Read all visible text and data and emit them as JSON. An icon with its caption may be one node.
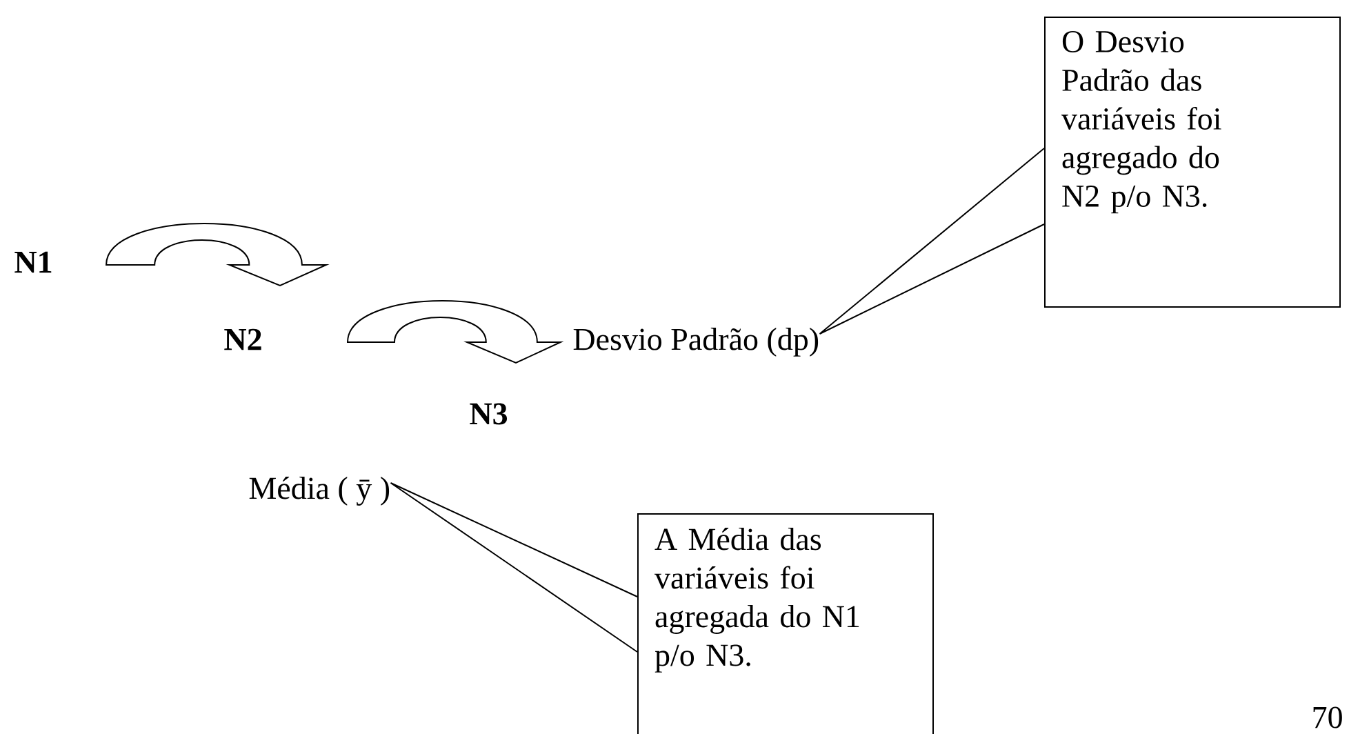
{
  "diagram": {
    "nodes": [
      {
        "text": [
          "O Desvio Padrão das variáveis foi agregado do N2 p/o N3."
        ]
      },
      {
        "text": [
          "N1"
        ]
      },
      {
        "text": [
          "N2"
        ]
      },
      {
        "text": [
          "Desvio Padrão (dp)"
        ]
      },
      {
        "text": [
          "N3"
        ]
      },
      {
        "text": [
          "Média ( ȳ )"
        ]
      },
      {
        "text": [
          "A Média das variáveis foi agregada do N1 p/o N3."
        ]
      }
    ],
    "edges": [
      {
        "from": 1,
        "to": 2,
        "arrow": "to"
      },
      {
        "from": 2,
        "to": 4,
        "arrow": "to"
      },
      {
        "from": 0,
        "to": 3,
        "arrow": "none"
      },
      {
        "from": 6,
        "to": 5,
        "arrow": "none"
      }
    ],
    "labels": [
      "70"
    ]
  }
}
